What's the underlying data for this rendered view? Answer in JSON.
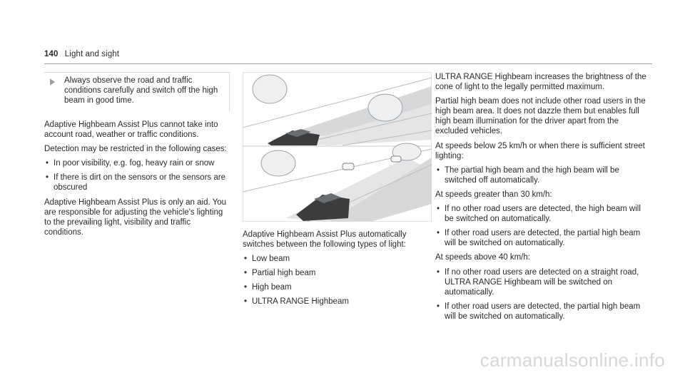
{
  "header": {
    "page_number": "140",
    "section_title": "Light and sight"
  },
  "col1": {
    "warning_text": "Always observe the road and traffic conditions carefully and switch off the high beam in good time.",
    "para1": "Adaptive Highbeam Assist Plus cannot take into account road, weather or traffic conditions.",
    "para2": "Detection may be restricted in the following cases:",
    "bullets": [
      "In poor visibility, e.g. fog, heavy rain or snow",
      "If there is dirt on the sensors or the sensors are obscured"
    ],
    "para3": "Adaptive Highbeam Assist Plus is only an aid. You are responsible for adjusting the vehicle's lighting to the prevailing light, visibility and traffic conditions."
  },
  "col2": {
    "caption": "Adaptive Highbeam Assist Plus automatically switches between the following types of light:",
    "bullets": [
      "Low beam",
      "Partial high beam",
      "High beam",
      "ULTRA RANGE Highbeam"
    ]
  },
  "col3": {
    "para1": "ULTRA RANGE Highbeam increases the brightness of the cone of light to the legally permitted maximum.",
    "para2": "Partial high beam does not include other road users in the high beam area. It does not dazzle them but enables full high beam illumination for the driver apart from the excluded vehicles.",
    "para3": "At speeds below 25 km/h or when there is sufficient street lighting:",
    "bullets1": [
      "The partial high beam and the high beam will be switched off automatically."
    ],
    "para4": "At speeds greater than 30 km/h:",
    "bullets2": [
      "If no other road users are detected, the high beam will be switched on automatically.",
      "If other road users are detected, the partial high beam will be switched on automatically."
    ],
    "para5": "At speeds above 40 km/h:",
    "bullets3": [
      "If no other road users are detected on a straight road, ULTRA RANGE Highbeam will be switched on automatically.",
      "If other road users are detected, the partial high beam will be switched on automatically."
    ]
  },
  "watermark": "carmanualsonline.info",
  "colors": {
    "text": "#2a2a2a",
    "rule": "#9aa0a6",
    "watermark": "#d5d7da"
  }
}
